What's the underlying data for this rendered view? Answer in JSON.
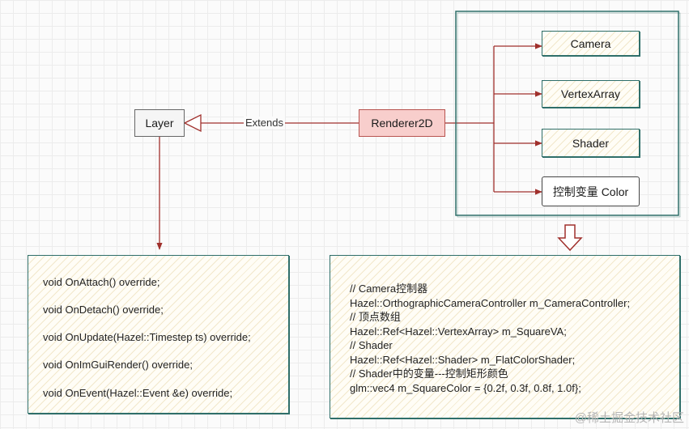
{
  "nodes": {
    "layer": "Layer",
    "renderer2d": "Renderer2D",
    "camera": "Camera",
    "vertex_array": "VertexArray",
    "shader": "Shader",
    "color_control": "控制变量 Color"
  },
  "edges": {
    "extends_label": "Extends"
  },
  "layer_methods": [
    "void OnAttach() override;",
    "void OnDetach() override;",
    "void OnUpdate(Hazel::Timestep ts) override;",
    "void OnImGuiRender() override;",
    "void OnEvent(Hazel::Event &e) override;"
  ],
  "renderer_members": [
    "// Camera控制器",
    "Hazel::OrthographicCameraController m_CameraController;",
    "// 顶点数组",
    "Hazel::Ref<Hazel::VertexArray> m_SquareVA;",
    "// Shader",
    "Hazel::Ref<Hazel::Shader> m_FlatColorShader;",
    "// Shader中的变量---控制矩形颜色",
    "glm::vec4 m_SquareColor = {0.2f, 0.3f, 0.8f, 1.0f};"
  ],
  "watermark": "@稀土掘金技术社区",
  "colors": {
    "arrow": "#a0302c",
    "teal": "#2f6f6a",
    "renderer_fill": "#f8cecc",
    "renderer_border": "#b85450"
  }
}
